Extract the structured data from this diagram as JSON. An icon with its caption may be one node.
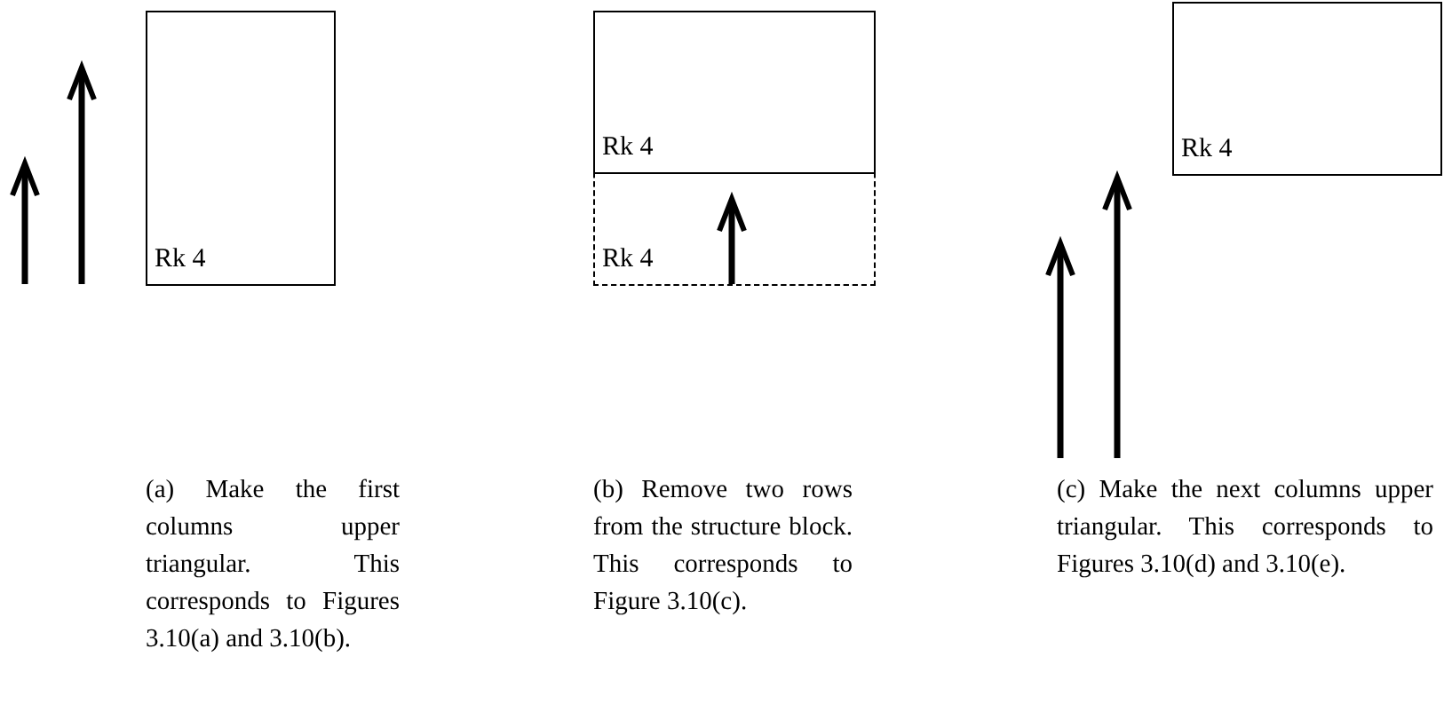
{
  "diagram": {
    "nodes": [
      {
        "text": [
          "Rk 4"
        ]
      },
      {
        "text": [
          "Rk 4"
        ]
      },
      {
        "text": [
          "Rk 4"
        ]
      },
      {
        "text": [
          "Rk 4"
        ]
      }
    ],
    "labels": [
      "(a) Make the first columns upper triangular. This corresponds to Figures 3.10(a) and 3.10(b).",
      "(b) Remove two rows from the structure block. This corresponds to Figure 3.10(c).",
      "(c) Make the next columns upper triangular. This corresponds to Figures 3.10(d) and 3.10(e)."
    ]
  }
}
